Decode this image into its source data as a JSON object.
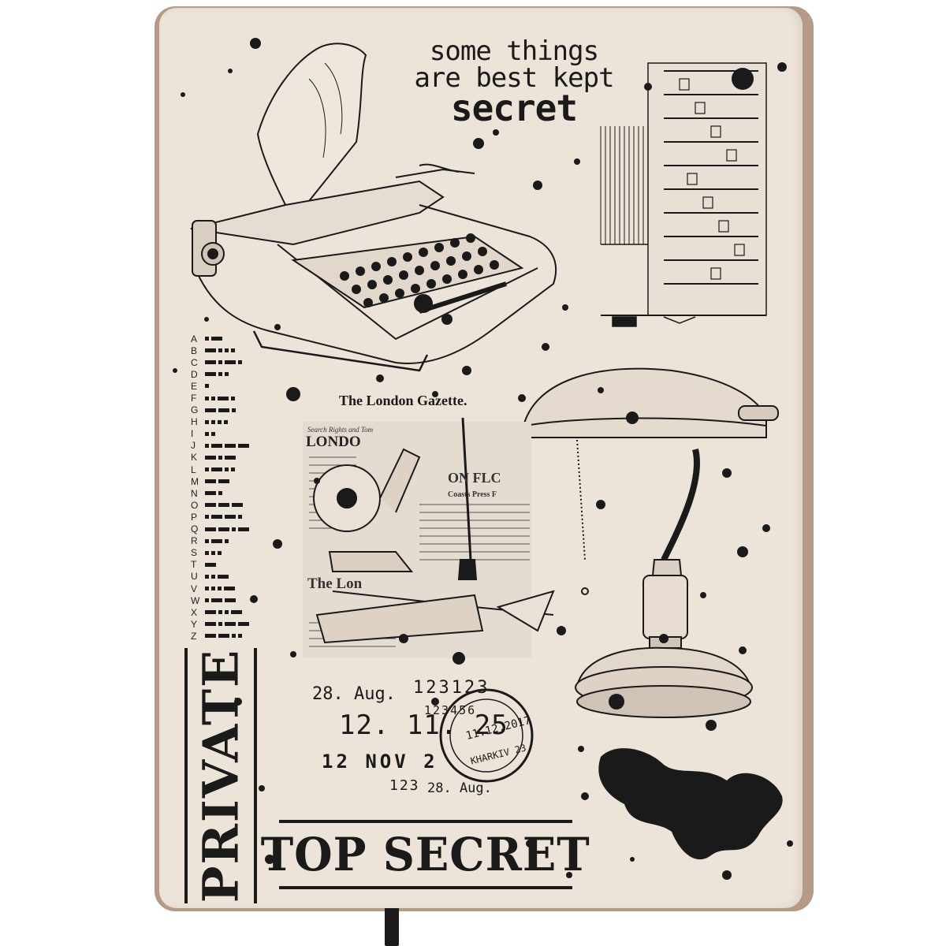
{
  "title": {
    "line1": "some things",
    "line2": "are best kept",
    "line3": "secret"
  },
  "morse": [
    {
      "letter": "A",
      "code": ".-"
    },
    {
      "letter": "B",
      "code": "-..."
    },
    {
      "letter": "C",
      "code": "-.-."
    },
    {
      "letter": "D",
      "code": "-.."
    },
    {
      "letter": "E",
      "code": "."
    },
    {
      "letter": "F",
      "code": "..-."
    },
    {
      "letter": "G",
      "code": "--."
    },
    {
      "letter": "H",
      "code": "...."
    },
    {
      "letter": "I",
      "code": ".."
    },
    {
      "letter": "J",
      "code": ".---"
    },
    {
      "letter": "K",
      "code": "-.-"
    },
    {
      "letter": "L",
      "code": ".-.."
    },
    {
      "letter": "M",
      "code": "--"
    },
    {
      "letter": "N",
      "code": "-."
    },
    {
      "letter": "O",
      "code": "---"
    },
    {
      "letter": "P",
      "code": ".--."
    },
    {
      "letter": "Q",
      "code": "--.-"
    },
    {
      "letter": "R",
      "code": ".-."
    },
    {
      "letter": "S",
      "code": "..."
    },
    {
      "letter": "T",
      "code": "-"
    },
    {
      "letter": "U",
      "code": "..-"
    },
    {
      "letter": "V",
      "code": "...-"
    },
    {
      "letter": "W",
      "code": ".--"
    },
    {
      "letter": "X",
      "code": "-..-"
    },
    {
      "letter": "Y",
      "code": "-.--"
    },
    {
      "letter": "Z",
      "code": "--.."
    }
  ],
  "gazette": {
    "masthead": "The London Gazette.",
    "sub": "Search Rights and Tom",
    "london": "LONDO",
    "on": "ON FLC",
    "press": "Coasts Press F",
    "the": "The Lon"
  },
  "stamps": {
    "date1": "28. Aug.",
    "num1": "123123",
    "num2": "123456",
    "date2": "12. 11. 25",
    "date3": "12 NOV 2",
    "num3": "123",
    "date4": "28. Aug.",
    "postmark_top": "11.12.2017",
    "postmark_bottom": "KHARKIV 23"
  },
  "private_label": "PRIVATE",
  "topsecret_label": "TOP SECRET"
}
